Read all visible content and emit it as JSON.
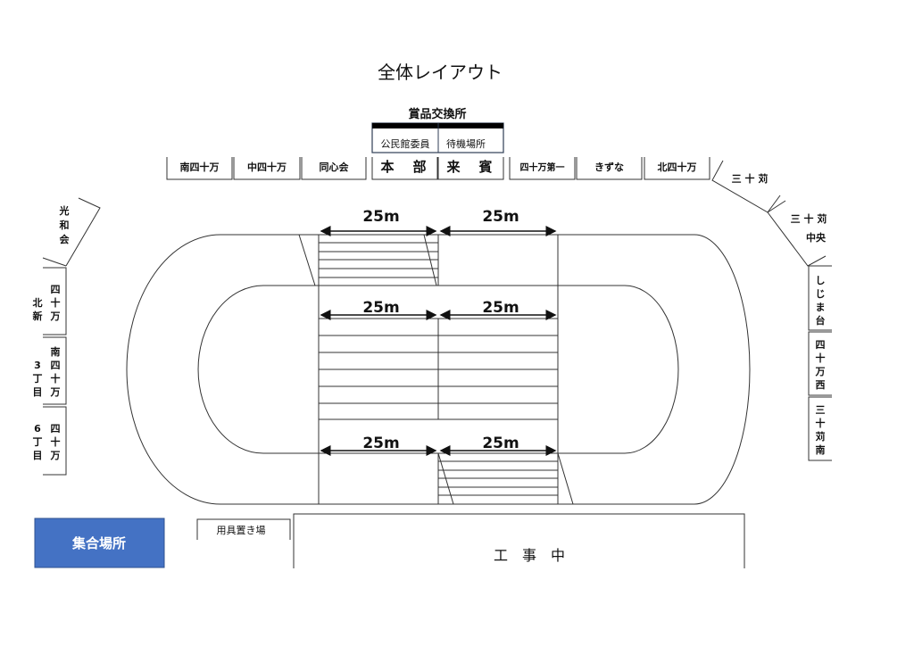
{
  "title": "全体レイアウト",
  "prize_exchange": "賞品交換所",
  "upper_booths": [
    "公民館委員",
    "待機場所"
  ],
  "booths": [
    "南四十万",
    "中四十万",
    "同心会",
    "本　部",
    "来　賓",
    "四十万第一",
    "きずな",
    "北四十万"
  ],
  "left_groups": {
    "kowakai": [
      "光",
      "和",
      "会"
    ],
    "box1_right": [
      "四",
      "十",
      "万"
    ],
    "box1_left": [
      "北",
      "新"
    ],
    "box2_right": [
      "南",
      "四",
      "十",
      "万"
    ],
    "box2_left": [
      "3",
      "丁",
      "目"
    ],
    "box3_right": [
      "四",
      "十",
      "万"
    ],
    "box3_left": [
      "6",
      "丁",
      "目"
    ]
  },
  "right_groups": {
    "sanjugari": "三 十 苅",
    "sanjugari_chuo": [
      "三 十 苅",
      "中央"
    ],
    "box1": [
      "し",
      "じ",
      "ま",
      "台"
    ],
    "box2": [
      "四",
      "十",
      "万",
      "西"
    ],
    "box3": [
      "三",
      "十",
      "苅",
      "南"
    ]
  },
  "distance_label": "25m",
  "assembly": "集合場所",
  "equipment": "用具置き場",
  "construction": "工　事　中",
  "colors": {
    "assembly": "#4472C4",
    "line": "#333333"
  }
}
